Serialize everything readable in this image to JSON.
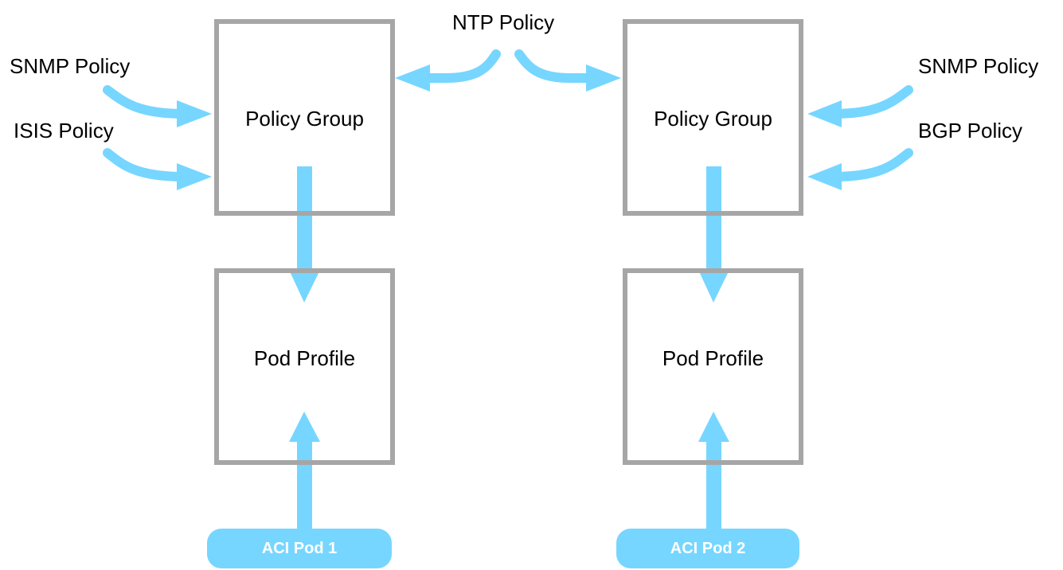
{
  "colors": {
    "box_border": "#a6a6a6",
    "arrow": "#76d6ff",
    "text": "#000000",
    "pod_text": "#ffffff"
  },
  "top_label": "NTP Policy",
  "left": {
    "policy_group": "Policy Group",
    "pod_profile": "Pod Profile",
    "pod": "ACI Pod 1",
    "inputs": [
      "SNMP Policy",
      "ISIS Policy"
    ]
  },
  "right": {
    "policy_group": "Policy Group",
    "pod_profile": "Pod Profile",
    "pod": "ACI Pod 2",
    "inputs": [
      "SNMP Policy",
      "BGP Policy"
    ]
  }
}
